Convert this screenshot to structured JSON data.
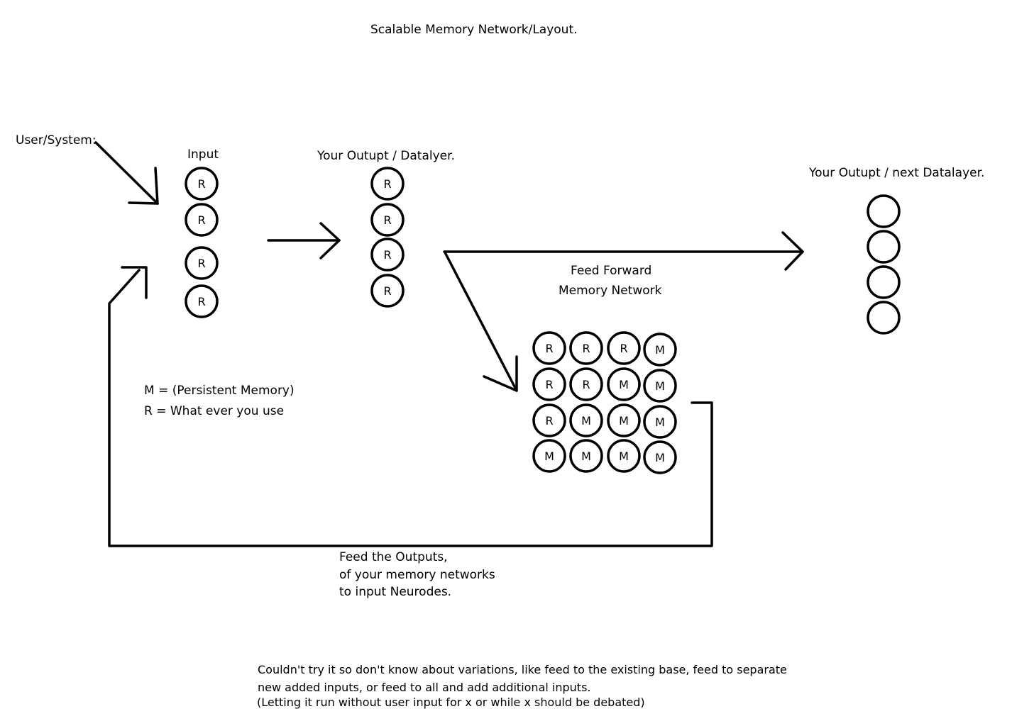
{
  "title": "Scalable Memory Network/Layout.",
  "labels": {
    "user_system": "User/System:",
    "input": "Input",
    "output_datalayer": "Your Outupt / Datalyer.",
    "output_next": "Your Outupt / next Datalayer.",
    "feed_forward_line1": "Feed Forward",
    "feed_forward_line2": "Memory Network"
  },
  "legend": {
    "m_line": "M = (Persistent Memory)",
    "r_line": "R = What ever you use"
  },
  "feedback_note": [
    "Feed the Outputs,",
    "of your memory networks",
    "to input Neurodes."
  ],
  "footer_note": [
    "Couldn't try it so don't know about variations, like feed to the existing base, feed to separate",
    "new added inputs, or feed to all and add additional inputs.",
    "(Letting it run without user input for x or while x should be debated)"
  ],
  "input_nodes": [
    "R",
    "R",
    "R",
    "R"
  ],
  "output_nodes": [
    "R",
    "R",
    "R",
    "R"
  ],
  "next_layer_nodes": [
    "",
    "",
    "",
    ""
  ],
  "memory_grid": [
    [
      "R",
      "R",
      "R",
      "M"
    ],
    [
      "R",
      "R",
      "M",
      "M"
    ],
    [
      "R",
      "M",
      "M",
      "M"
    ],
    [
      "M",
      "M",
      "M",
      "M"
    ]
  ]
}
